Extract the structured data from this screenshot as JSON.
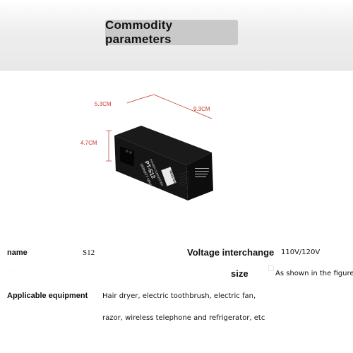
{
  "title": "Commodity parameters",
  "dimensions": {
    "width_label": "5.3CM",
    "length_label": "9.3CM",
    "height_label": "4.7CM"
  },
  "device": {
    "printed_top": "POWER CONVERTER",
    "model_mark": "PT-S12",
    "wattage": "100WATT MAX",
    "brand_badge": "FENGTENG"
  },
  "specs": {
    "name_label": "name",
    "name_value": "S12",
    "voltage_label": "Voltage interchange",
    "voltage_value": "110V/120V",
    "size_label": "size",
    "size_value": "As shown in the figure",
    "equipment_label": "Applicable equipment",
    "equipment_line1": "Hair dryer, electric toothbrush, electric fan,",
    "equipment_line2": "razor, wireless telephone and refrigerator, etc"
  },
  "colors": {
    "dimension_lines": "#c0392b",
    "device_body": "#111111"
  }
}
